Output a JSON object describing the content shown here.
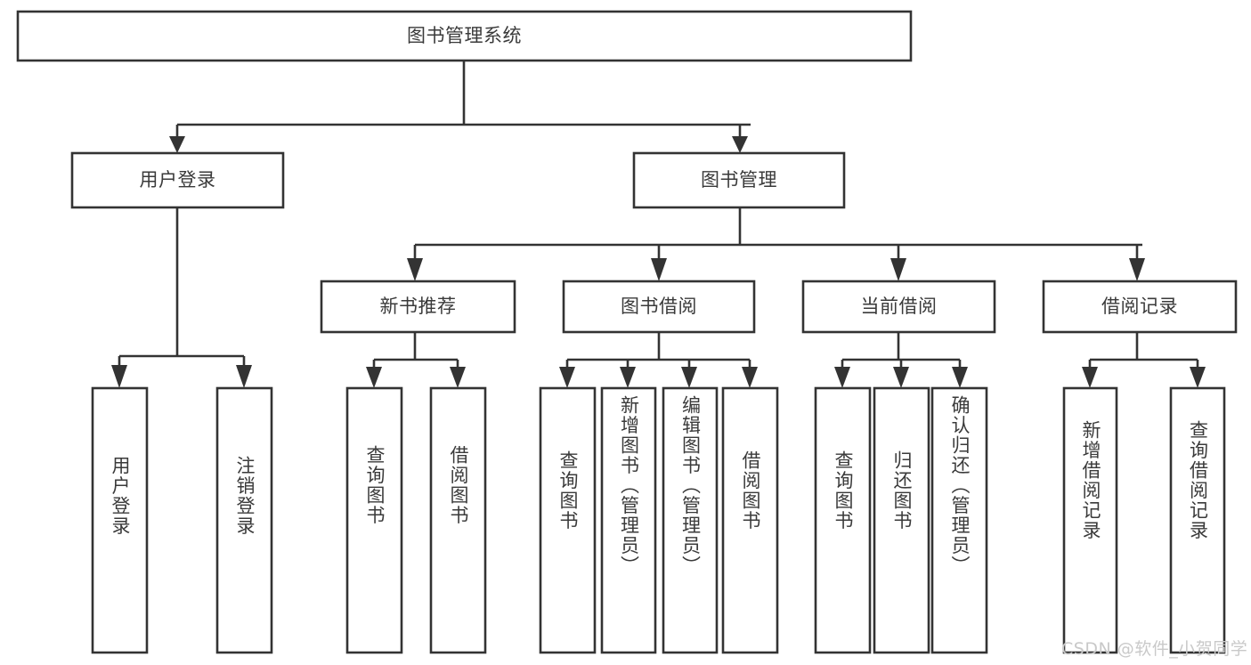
{
  "diagram": {
    "type": "tree-hierarchy",
    "orientation": "top-down",
    "root": {
      "label": "图书管理系统"
    },
    "level2": [
      {
        "label": "用户登录"
      },
      {
        "label": "图书管理"
      }
    ],
    "level3": [
      {
        "label": "新书推荐"
      },
      {
        "label": "图书借阅"
      },
      {
        "label": "当前借阅"
      },
      {
        "label": "借阅记录"
      }
    ],
    "leaves": {
      "user_login": [
        {
          "label": "用户登录"
        },
        {
          "label": "注销登录"
        }
      ],
      "new_book_recommend": [
        {
          "label": "查询图书"
        },
        {
          "label": "借阅图书"
        }
      ],
      "book_borrow": [
        {
          "label": "查询图书"
        },
        {
          "label": "新增图书（管理员）"
        },
        {
          "label": "编辑图书（管理员）"
        },
        {
          "label": "借阅图书"
        }
      ],
      "current_borrow": [
        {
          "label": "查询图书"
        },
        {
          "label": "归还图书"
        },
        {
          "label": "确认归还（管理员）"
        }
      ],
      "borrow_records": [
        {
          "label": "新增借阅记录"
        },
        {
          "label": "查询借阅记录"
        }
      ]
    }
  },
  "watermark": {
    "text": "CSDN @软件_小贺同学"
  },
  "colors": {
    "stroke": "#333333",
    "text": "#3a3a3a",
    "background": "#ffffff",
    "watermark": "#c9c9c9"
  }
}
